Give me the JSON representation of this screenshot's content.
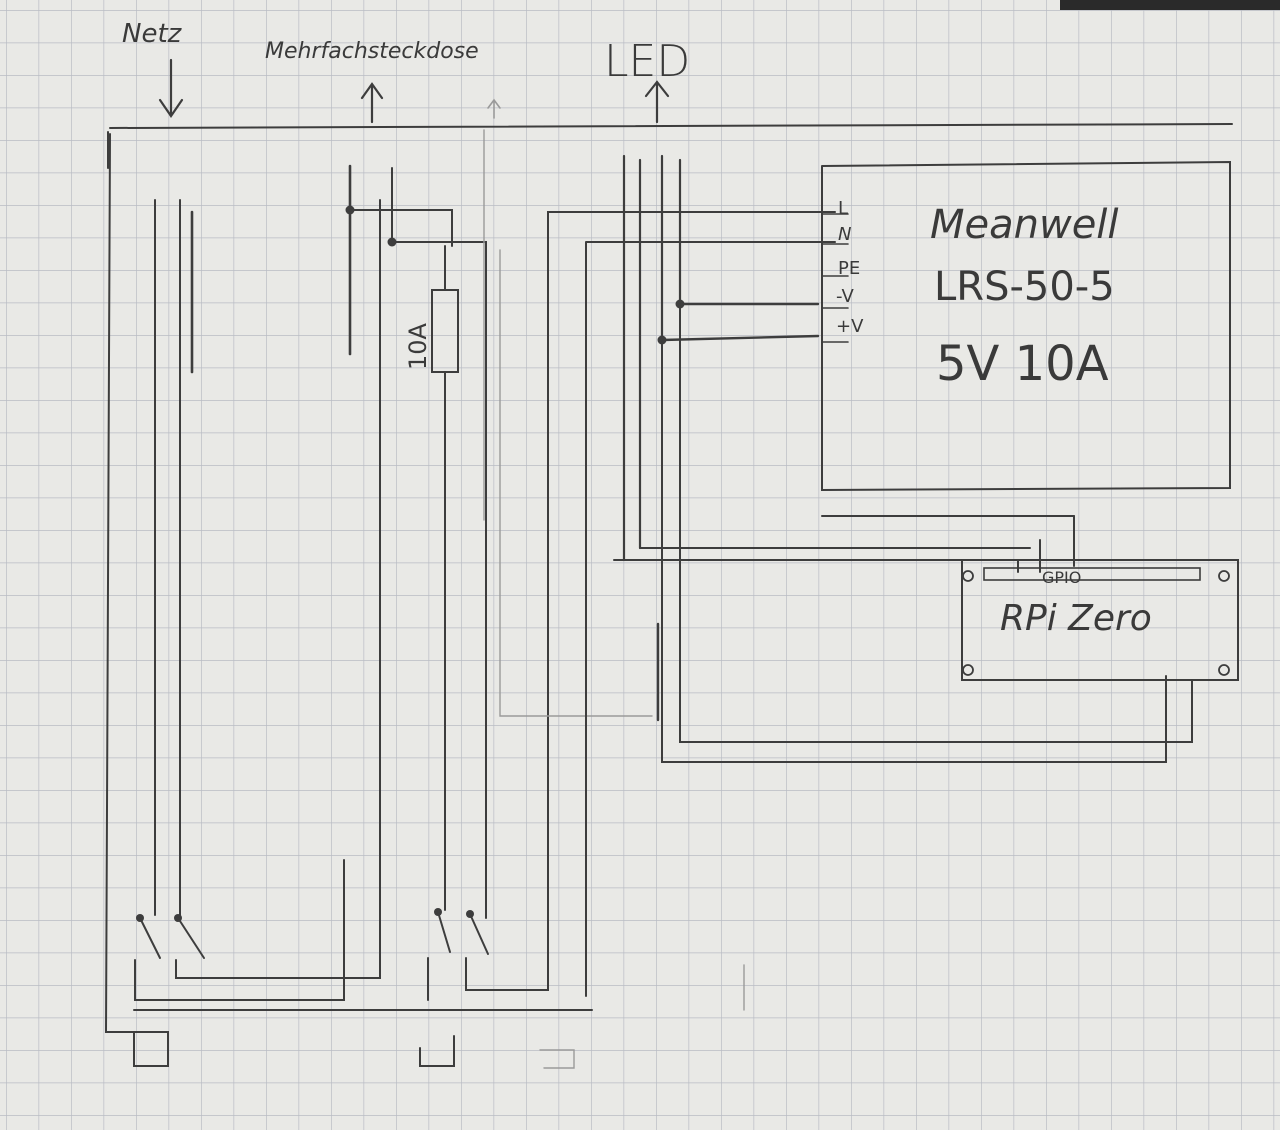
{
  "labels": {
    "mains": "Netz",
    "power_strip": "Mehrfachsteckdose",
    "led": "LED",
    "fuse": "10A"
  },
  "psu": {
    "brand": "Meanwell",
    "model": "LRS-50-5",
    "rating": "5V 10A",
    "terminals": [
      "L",
      "N",
      "PE",
      "-V",
      "+V"
    ]
  },
  "rpi": {
    "name": "RPi Zero",
    "header_label": "GPIO"
  },
  "colors": {
    "paper": "#e9e9e6",
    "grid": "#b9bcc4",
    "pencil": "#3d3d3d"
  }
}
